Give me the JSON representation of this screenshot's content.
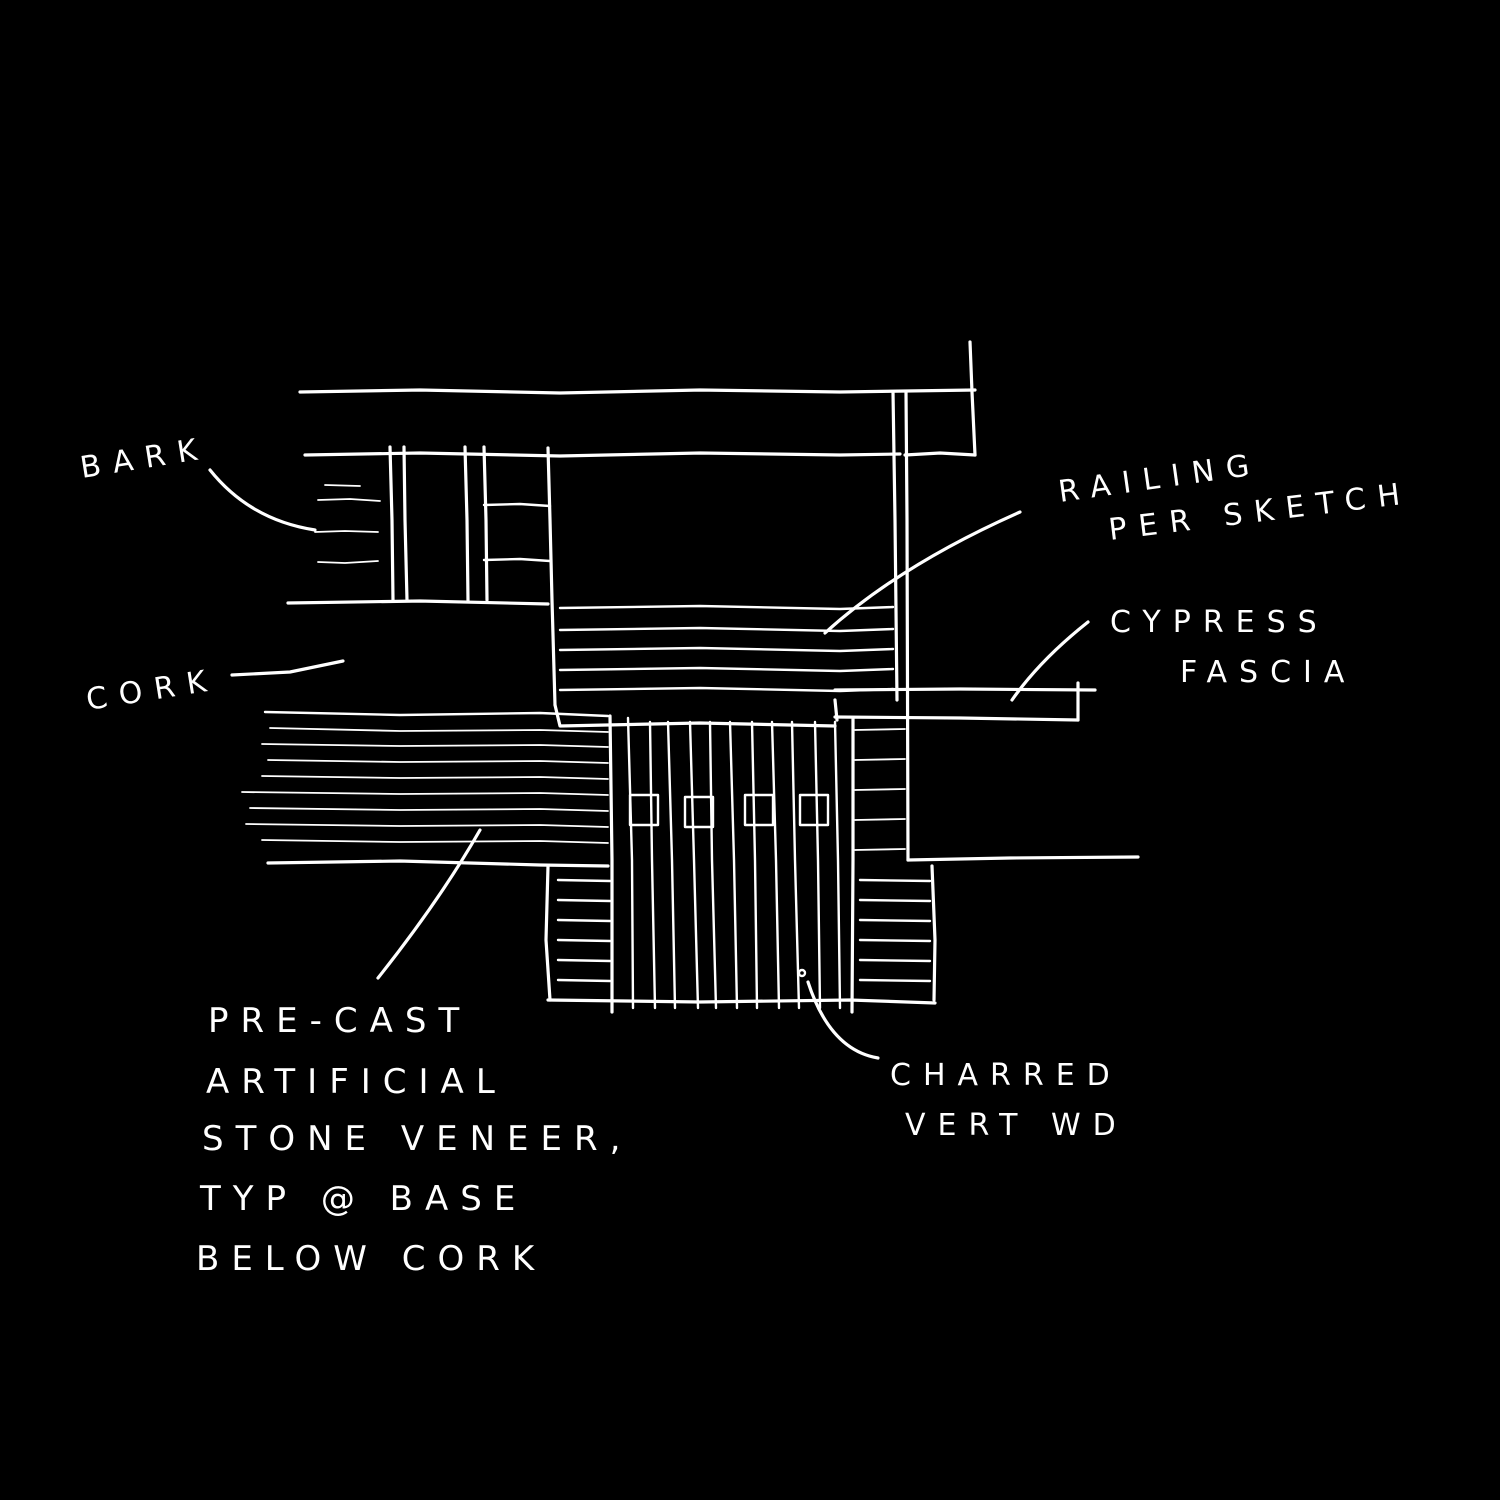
{
  "colors": {
    "background": "#000000",
    "ink": "#ffffff"
  },
  "labels": {
    "bark": "BARK",
    "cork": "CORK",
    "railing_line1": "RAILING",
    "railing_line2": "PER SKETCH",
    "cypress_line1": "CYPRESS",
    "cypress_line2": "FASCIA",
    "precast_line1": "PRE-CAST",
    "precast_line2": "ARTIFICIAL",
    "precast_line3": "STONE VENEER,",
    "precast_line4": "TYP @ BASE",
    "precast_line5": "BELOW CORK",
    "charred_line1": "CHARRED",
    "charred_line2": "VERT WD"
  }
}
